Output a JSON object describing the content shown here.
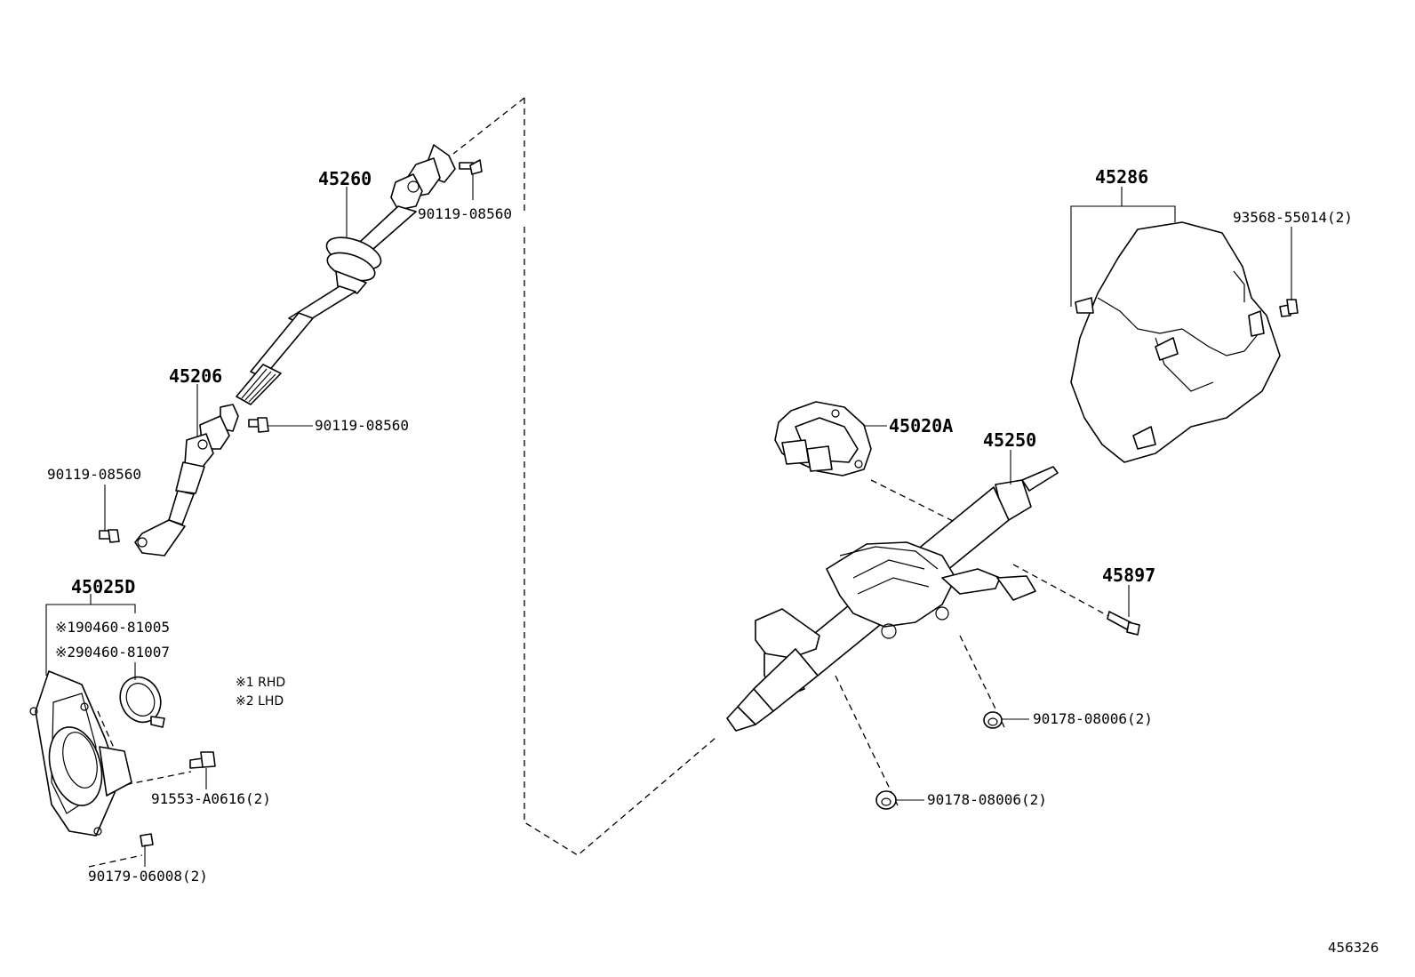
{
  "diagram": {
    "labels": {
      "p45260": "45260",
      "p45206": "45206",
      "p45025d": "45025D",
      "p45286": "45286",
      "p45020a": "45020A",
      "p45250": "45250",
      "p45897": "45897",
      "bolt_upper": "90119-08560",
      "bolt_mid": "90119-08560",
      "bolt_left": "90119-08560",
      "seal_rhd": "※190460-81005",
      "seal_lhd": "※290460-81007",
      "note_rhd": "※1 RHD",
      "note_lhd": "※2 LHD",
      "bolt_boot": "91553-A0616(2)",
      "nut_boot": "90179-06008(2)",
      "screw_cover": "93568-55014(2)",
      "nut_col_right": "90178-08006(2)",
      "nut_col_bottom": "90178-08006(2)",
      "ref_number": "456326"
    }
  }
}
